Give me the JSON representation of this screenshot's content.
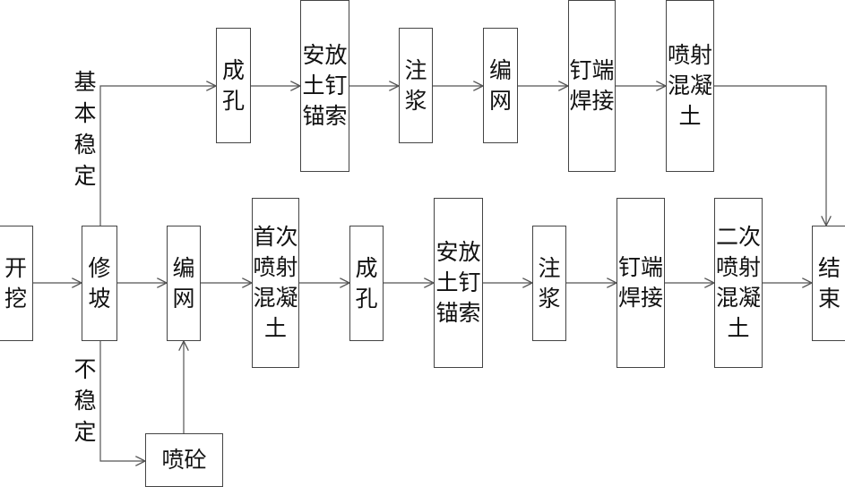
{
  "nodes": {
    "start": "开\n挖",
    "trim": "修\n坡",
    "mesh_lower": "编\n网",
    "spray_plug": "喷砼",
    "first_spray": "首次\n喷射\n混凝\n土",
    "hole_lower": "成\n孔",
    "install_lower": "安放\n土钉\n锚索",
    "grout_lower": "注\n浆",
    "weld_lower": "钉端\n焊接",
    "second_spray": "二次\n喷射\n混凝\n土",
    "end": "结\n束",
    "hole_upper": "成\n孔",
    "install_upper": "安放\n土钉\n锚索",
    "grout_upper": "注\n浆",
    "mesh_upper": "编\n网",
    "weld_upper": "钉端\n焊接",
    "spray_upper": "喷射\n混凝\n土"
  },
  "labels": {
    "stable": "基\n本\n稳\n定",
    "unstable": "不\n稳\n定"
  },
  "colors": {
    "line": "#555555",
    "border": "#444444",
    "text": "#111111"
  }
}
